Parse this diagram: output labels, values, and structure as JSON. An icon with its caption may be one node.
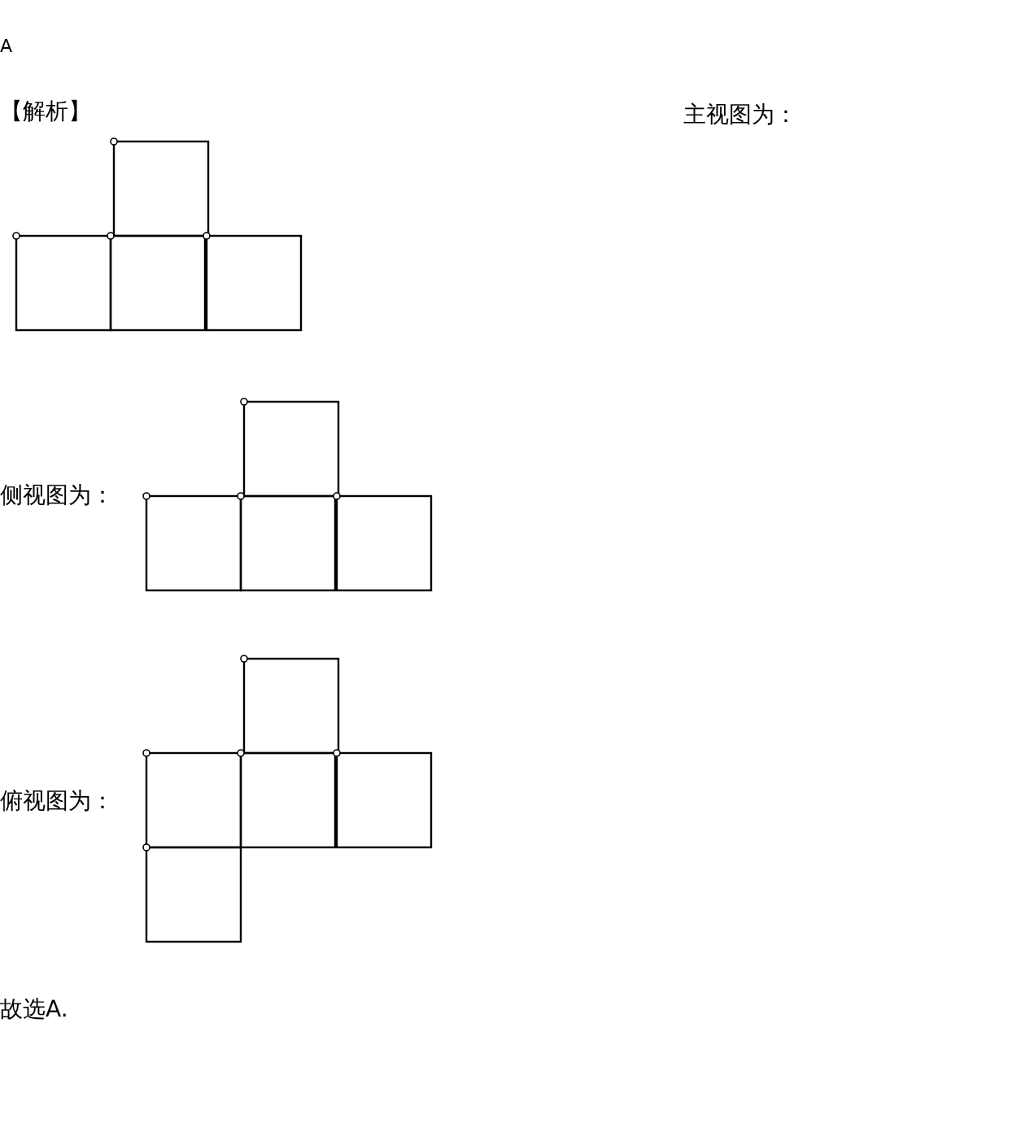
{
  "diagram": {
    "labels": [
      "A",
      "【解析】",
      "主视图为：",
      "侧视图为：",
      "俯视图为：",
      "故选A."
    ]
  }
}
